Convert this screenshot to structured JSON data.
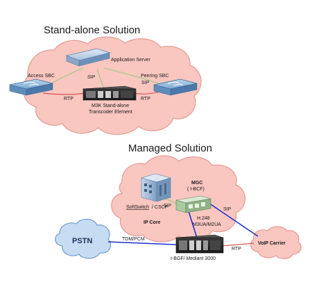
{
  "titles": {
    "standalone": "Stand-alone Solution",
    "managed": "Managed Solution"
  },
  "standalone": {
    "application_server": "Application Server",
    "access_sbc": "Access SBC",
    "peering_sbc": "Peering SBC",
    "sip_center": "SIP",
    "sip_right": "SIP",
    "rtp_left": "RTP",
    "rtp_right": "RTP",
    "m3k_line1": "M3K Stand-alone",
    "m3k_line2": "Transcoder Element"
  },
  "managed": {
    "mgc_line1": "MGC",
    "mgc_line2": "( I-BCF)",
    "softswitch": "SoftSwitch",
    "cscf": "/ CSCF",
    "sip_left": "SIP",
    "sip_right": "SIP",
    "h248": "H.248",
    "m3ua": "M3UA/M2UA",
    "ip_core": "IP Core",
    "pstn": "PSTN",
    "tdm_pcm": "TDM/PCM",
    "voip_carrier": "VoIP Carrier",
    "rtp": "RTP",
    "ibgf_mediant": "I-BGF/ Mediant 3000"
  },
  "colors": {
    "cloud_fill": "#f9c6c0",
    "cloud_stroke": "#e49b92",
    "pstn_fill": "#c6dcf3",
    "pstn_stroke": "#6f9bd0",
    "sbc_fill": "#8fb7da",
    "sip_line": "#a8c98c",
    "rtp_line": "#d9534f",
    "blue_line": "#1f2fd0",
    "device_body": "#2b2b2b"
  }
}
